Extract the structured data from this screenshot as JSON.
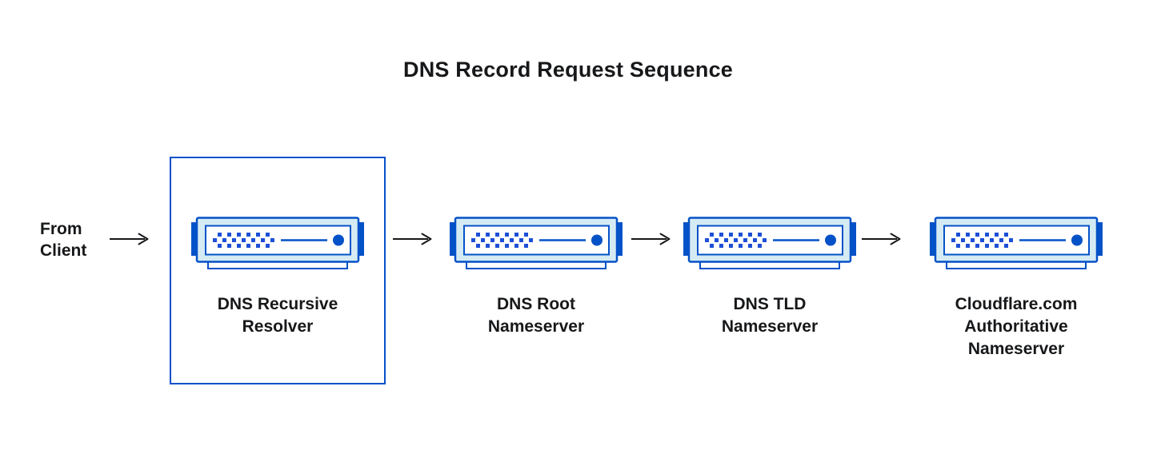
{
  "title": "DNS Record Request Sequence",
  "source": {
    "label": "From\nClient"
  },
  "nodes": [
    {
      "name": "dns-recursive-resolver",
      "label": "DNS Recursive\nResolver",
      "highlighted": true
    },
    {
      "name": "dns-root-nameserver",
      "label": "DNS Root\nNameserver",
      "highlighted": false
    },
    {
      "name": "dns-tld-nameserver",
      "label": "DNS TLD\nNameserver",
      "highlighted": false
    },
    {
      "name": "cloudflare-authoritative-nameserver",
      "label": "Cloudflare.com\nAuthoritative\nNameserver",
      "highlighted": false
    }
  ],
  "icons": {
    "server": "server-icon",
    "arrow": "arrow-right-icon"
  },
  "colors": {
    "accent_blue": "#0452c8",
    "pale_blue": "#d5ebf3",
    "dot_blue": "#1d50d6",
    "arrow_black": "#17181a",
    "text": "#17181a",
    "background": "#ffffff"
  }
}
